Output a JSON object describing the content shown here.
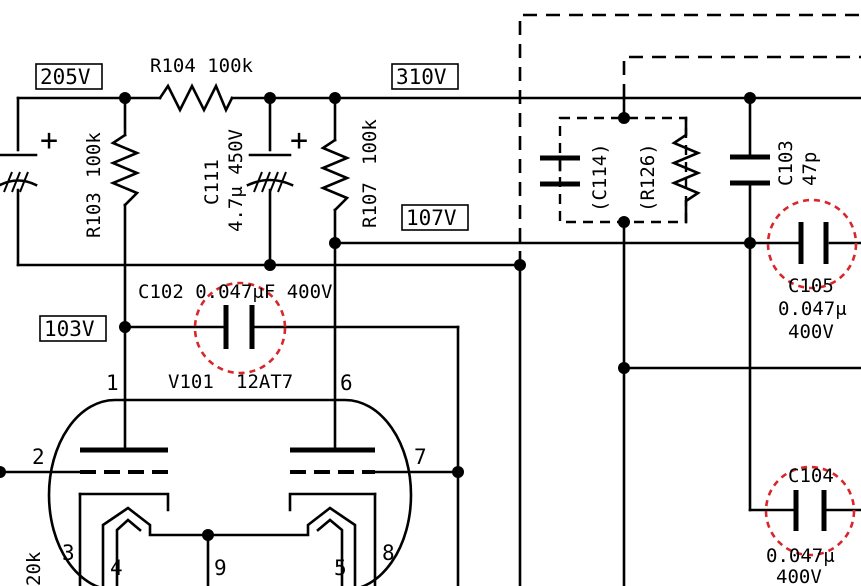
{
  "voltages": {
    "v205": "205V",
    "v310": "310V",
    "v107": "107V",
    "v103": "103V"
  },
  "components": {
    "r104": "R104 100k",
    "r103_name": "R103",
    "r103_val": "100k",
    "c111_name": "C111",
    "c111_val": "4.7μ 450V",
    "r107_name": "R107",
    "r107_val": "100k",
    "c114": "(C114)",
    "r126": "(R126)",
    "c103_name": "C103",
    "c103_val": "47p",
    "c102": "C102 0.047μF 400V",
    "c105_name": "C105",
    "c105_val": "0.047μ",
    "c105_volt": "400V",
    "c104_name": "C104",
    "c104_val": "0.047μ",
    "c104_volt": "400V",
    "tube": "V101",
    "tube_type": "12AT7",
    "r_partial": "20k",
    "plus": "+"
  },
  "pins": {
    "p1": "1",
    "p2": "2",
    "p3": "3",
    "p4": "4",
    "p5": "5",
    "p6": "6",
    "p7": "7",
    "p8": "8",
    "p9": "9"
  },
  "highlight_color": "#d8262a"
}
